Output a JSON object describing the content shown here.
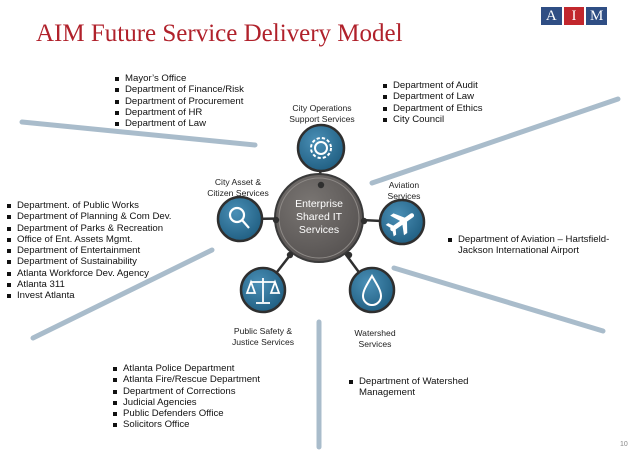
{
  "title": "AIM Future Service Delivery Model",
  "logo": {
    "letters": [
      "A",
      "I",
      "M"
    ]
  },
  "colors": {
    "title": "#b0212b",
    "logo_blue": "#2f4e84",
    "logo_red": "#c2272d",
    "connector": "#a9bccb",
    "center_fill": "#686462",
    "node_fill": "#2d6e93"
  },
  "hub": {
    "lines": [
      "Enterprise",
      "Shared IT",
      "Services"
    ]
  },
  "nodes": {
    "city_ops": {
      "lines": [
        "City Operations",
        "Support Services"
      ],
      "icon": "gear-icon"
    },
    "aviation": {
      "lines": [
        "Aviation",
        "Services"
      ],
      "icon": "airplane-icon"
    },
    "watershed": {
      "lines": [
        "Watershed",
        "Services"
      ],
      "icon": "water-drop-icon"
    },
    "public_safety": {
      "lines": [
        "Public Safety &",
        "Justice Services"
      ],
      "icon": "scales-icon"
    },
    "city_asset": {
      "lines": [
        "City Asset &",
        "Citizen Services"
      ],
      "icon": "magnifier-icon"
    }
  },
  "lists": {
    "city_ops": [
      "Mayor’s Office",
      "Department of Finance/Risk",
      "Department of Procurement",
      "Department of HR",
      "Department of Law"
    ],
    "audit": [
      "Department of Audit",
      "Department of Law",
      "Department of Ethics",
      "City Council"
    ],
    "city_asset": [
      "Department. of Public Works",
      "Department of Planning & Com Dev.",
      "Department of Parks & Recreation",
      "Office of Ent. Assets Mgmt.",
      "Department of Entertainment",
      "Department of Sustainability",
      "Atlanta Workforce Dev. Agency",
      "Atlanta 311",
      "Invest Atlanta"
    ],
    "aviation": [
      "Department of Aviation – Hartsfield-Jackson International Airport"
    ],
    "public_safety": [
      "Atlanta Police Department",
      "Atlanta Fire/Rescue Department",
      "Department of Corrections",
      "Judicial Agencies",
      "Public Defenders Office",
      "Solicitors Office"
    ],
    "watershed": [
      "Department of Watershed Management"
    ]
  },
  "page_number": "10"
}
